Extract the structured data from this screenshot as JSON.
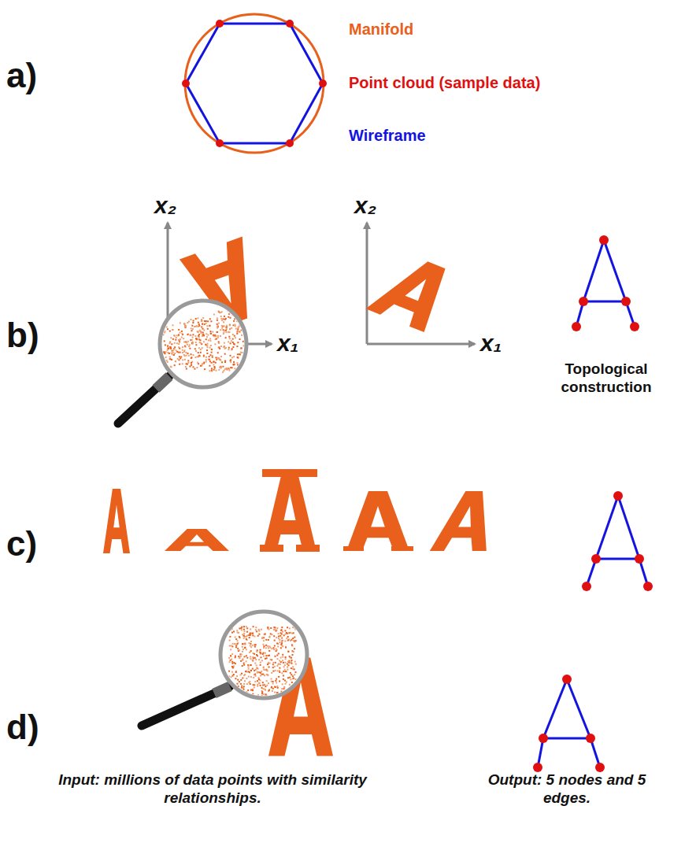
{
  "diagram": {
    "labels": [
      "a)",
      "Manifold",
      "Point cloud (sample data)",
      "Wireframe",
      "b)",
      "x₂",
      "x₁",
      "x₂",
      "x₁",
      "Topological construction",
      "c)",
      "d)",
      "Input: millions of data points with similarity relationships.",
      "Output: 5 nodes and 5 edges."
    ]
  }
}
